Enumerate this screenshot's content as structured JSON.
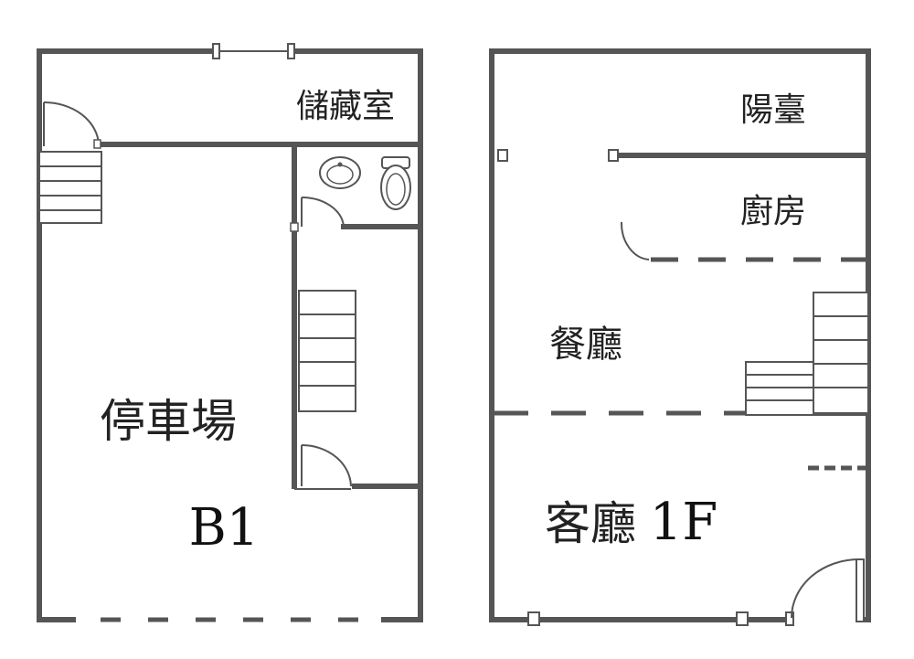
{
  "floor_b1": {
    "level": "B1",
    "rooms": {
      "storage": "儲藏室",
      "parking": "停車場"
    }
  },
  "floor_1f": {
    "level": "1F",
    "rooms": {
      "balcony": "陽臺",
      "kitchen": "廚房",
      "dining": "餐廳",
      "living": "客廳"
    }
  }
}
